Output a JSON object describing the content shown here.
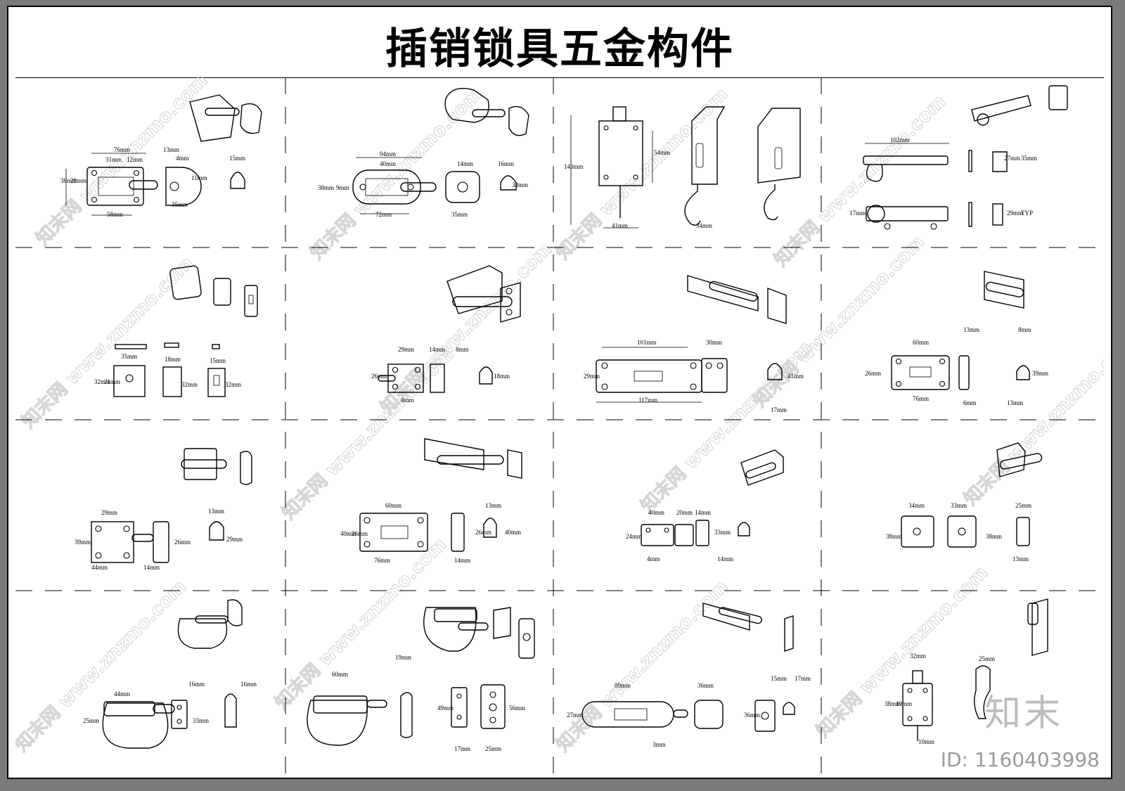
{
  "sheet": {
    "title": "插销锁具五金构件",
    "watermark_logo": "知末",
    "image_id": "ID: 1160403998",
    "watermark_text": "知末网 www.znzmo.com"
  },
  "dimension_labels": [
    "76mm",
    "31mm",
    "12mm",
    "13mm",
    "4mm",
    "15mm",
    "38mm",
    "28mm",
    "58mm",
    "35mm",
    "11mm",
    "94mm",
    "40mm",
    "14mm",
    "16mm",
    "38mm",
    "9mm",
    "72mm",
    "35mm",
    "38mm",
    "143mm",
    "54mm",
    "41mm",
    "34mm",
    "102mm",
    "27mm",
    "35mm",
    "17mm",
    "29mm",
    "TYP",
    "35mm",
    "18mm",
    "15mm",
    "32mm",
    "21mm",
    "32mm",
    "32mm",
    "29mm",
    "14mm",
    "8mm",
    "26mm",
    "4mm",
    "18mm",
    "101mm",
    "30mm",
    "29mm",
    "117mm",
    "41mm",
    "17mm",
    "60mm",
    "13mm",
    "8mm",
    "26mm",
    "76mm",
    "6mm",
    "39mm",
    "13mm",
    "29mm",
    "13mm",
    "39mm",
    "44mm",
    "14mm",
    "26mm",
    "29mm",
    "60mm",
    "13mm",
    "40mm",
    "26mm",
    "76mm",
    "14mm",
    "26mm",
    "40mm",
    "40mm",
    "20mm",
    "14mm",
    "24mm",
    "4mm",
    "33mm",
    "14mm",
    "34mm",
    "33mm",
    "25mm",
    "38mm",
    "38mm",
    "13mm",
    "44mm",
    "16mm",
    "16mm",
    "25mm",
    "33mm",
    "60mm",
    "19mm",
    "49mm",
    "56mm",
    "17mm",
    "25mm",
    "89mm",
    "36mm",
    "15mm",
    "17mm",
    "27mm",
    "36mm",
    "3mm",
    "32mm",
    "25mm",
    "38mm",
    "19mm",
    "10mm"
  ]
}
